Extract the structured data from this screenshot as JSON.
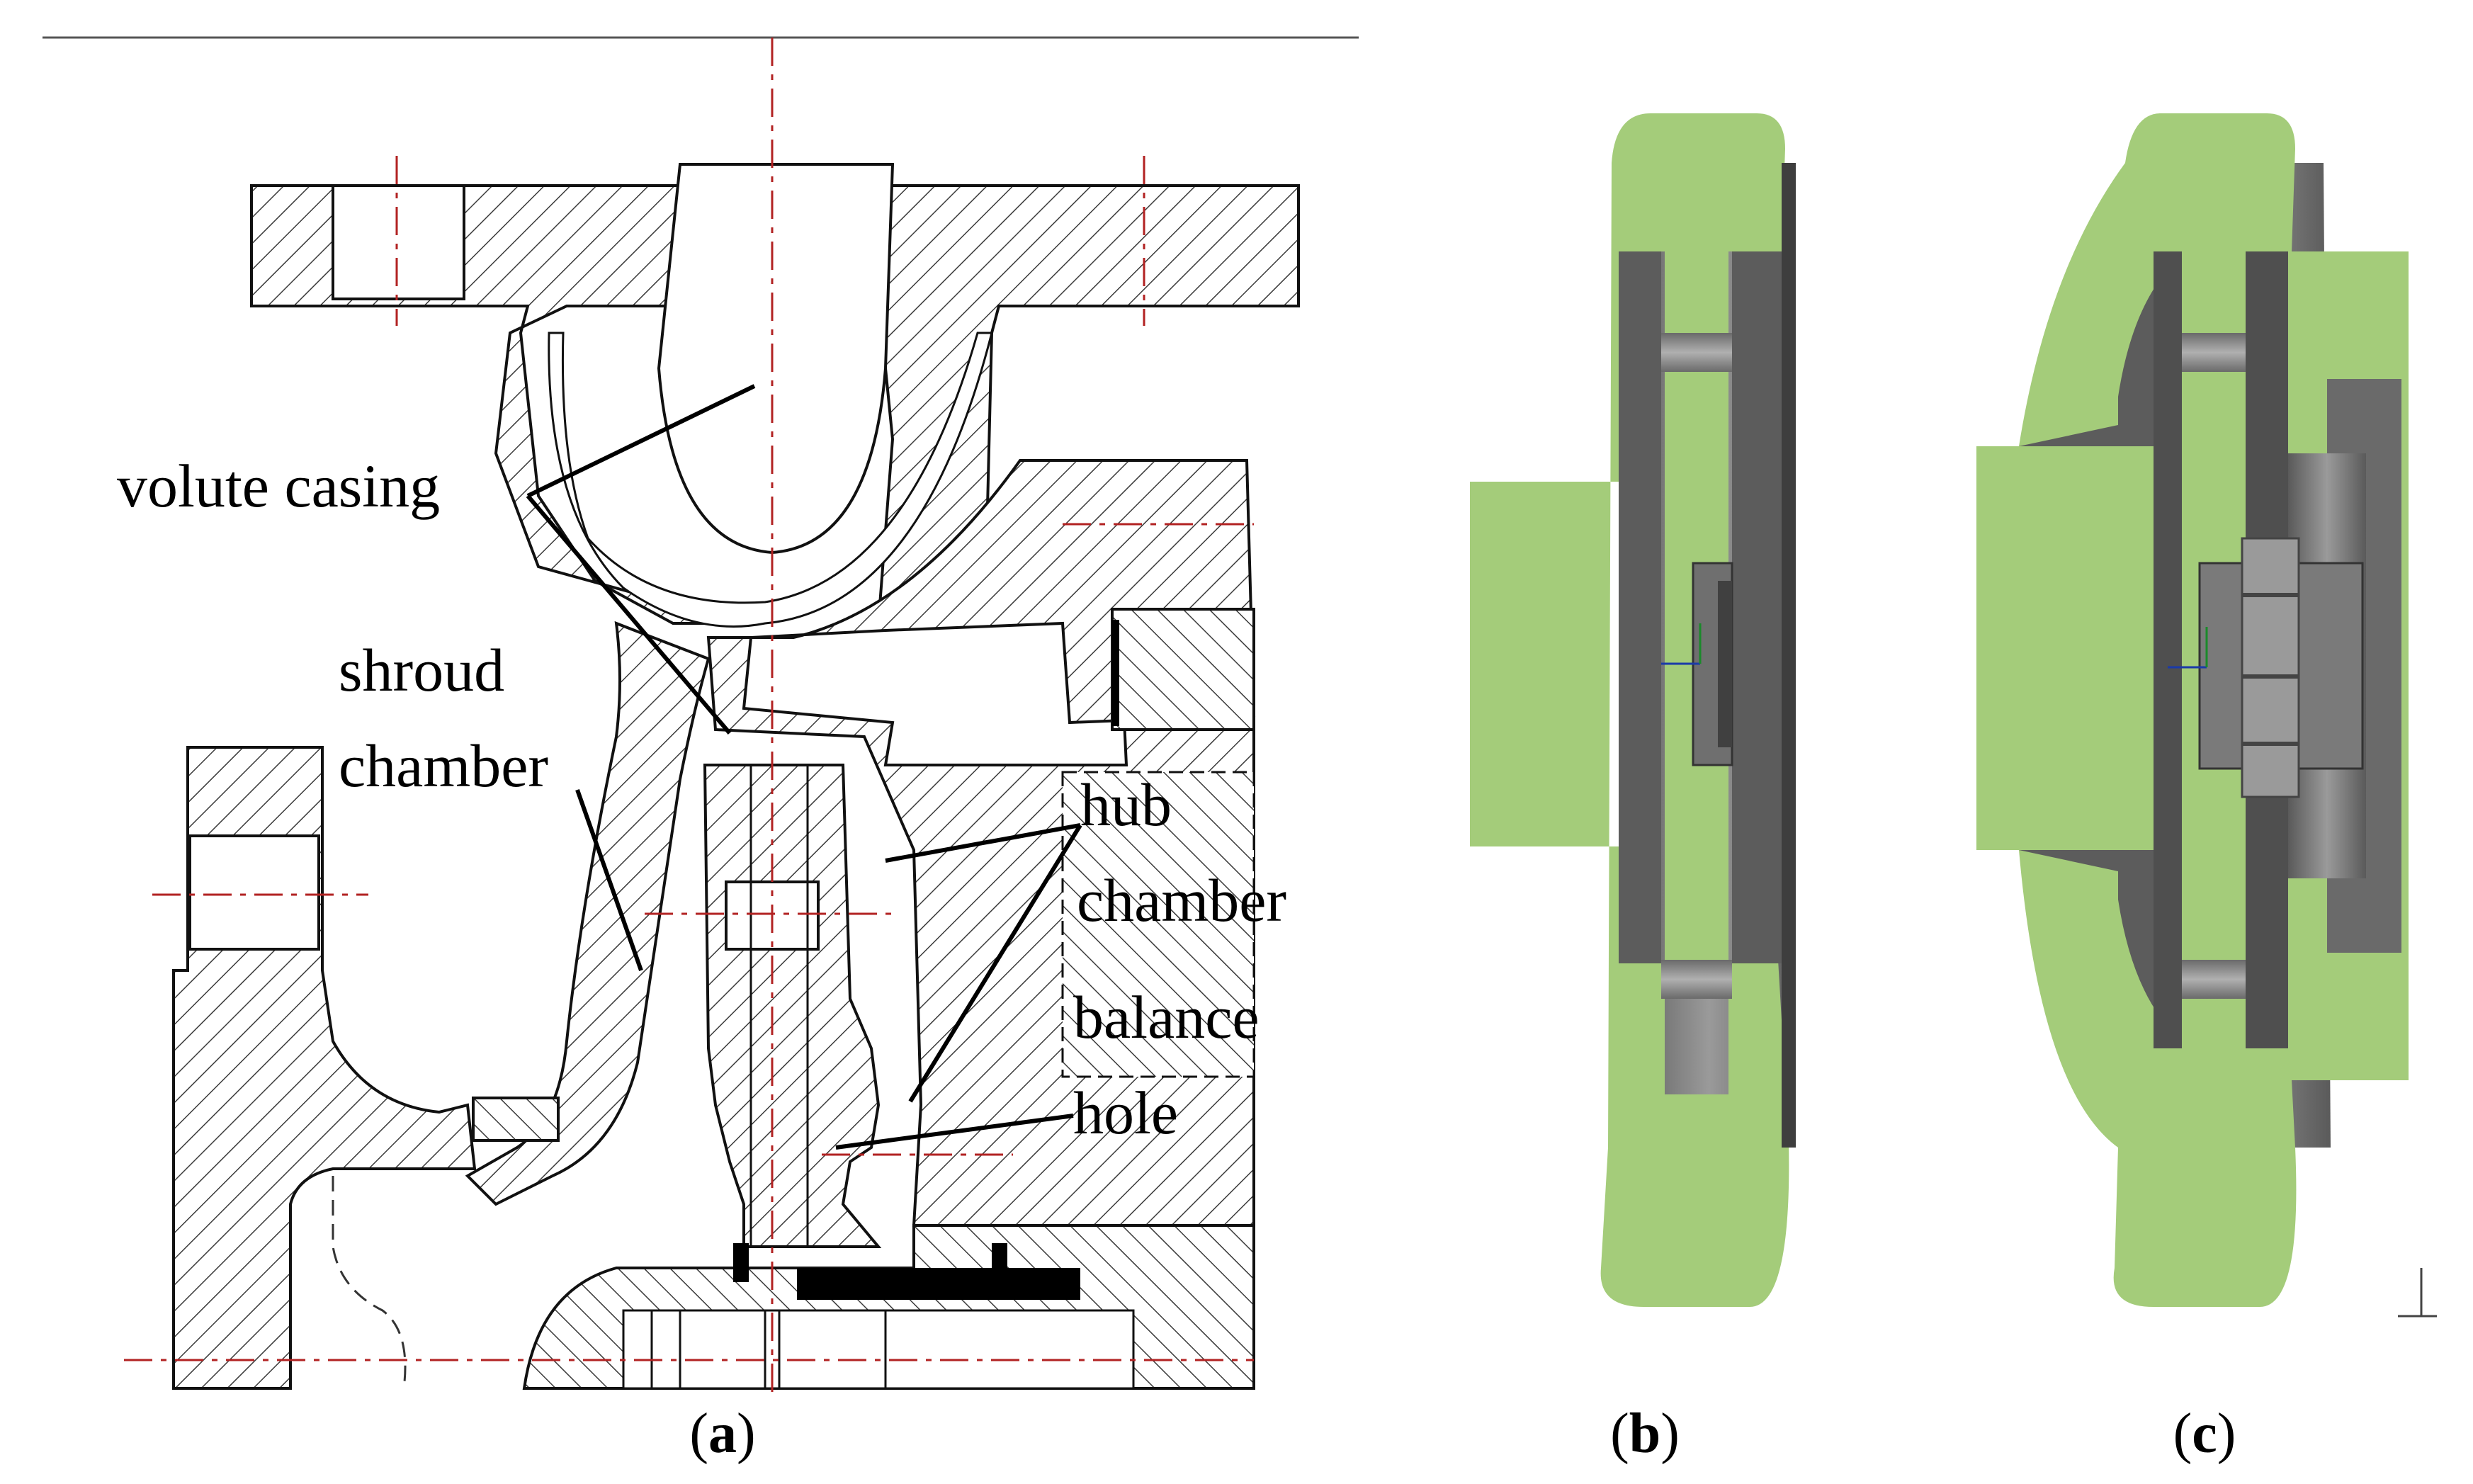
{
  "panel_a": {
    "labels": {
      "volute_casing": "volute casing",
      "shroud": "shroud",
      "shroud_chamber": "chamber",
      "hub": "hub",
      "hub_chamber": "chamber",
      "balance": "balance",
      "hole": "hole"
    },
    "caption_open": "(",
    "caption_letter": "a",
    "caption_close": ")"
  },
  "panel_b": {
    "caption_open": "(",
    "caption_letter": "b",
    "caption_close": ")"
  },
  "panel_c": {
    "caption_open": "(",
    "caption_letter": "c",
    "caption_close": ")"
  },
  "colors": {
    "fluid_green": "#a4cc7a",
    "solid_gray": "#7a7a7a",
    "dark_gray": "#4a4a4a",
    "centerline_red": "#b22222",
    "hatch_black": "#2b2b2b"
  }
}
